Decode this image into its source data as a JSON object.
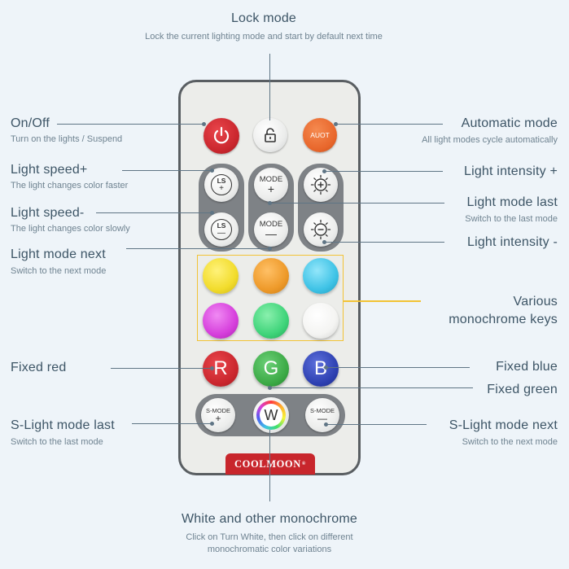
{
  "labels": {
    "lock_mode": {
      "title": "Lock mode",
      "sub": "Lock the current lighting mode and start by default next time"
    },
    "on_off": {
      "title": "On/Off",
      "sub": "Turn on the lights / Suspend"
    },
    "automatic_mode": {
      "title": "Automatic mode",
      "sub": "All light modes cycle automatically"
    },
    "light_speed_plus": {
      "title": "Light speed+",
      "sub": "The light changes color faster"
    },
    "light_intensity_plus": {
      "title": "Light intensity +"
    },
    "light_mode_last": {
      "title": "Light mode last",
      "sub": "Switch to the last mode"
    },
    "light_speed_minus": {
      "title": "Light speed-",
      "sub": "The light changes color slowly"
    },
    "light_intensity_minus": {
      "title": "Light intensity -"
    },
    "light_mode_next": {
      "title": "Light mode next",
      "sub": "Switch to the next mode"
    },
    "various_mono": {
      "line1": "Various",
      "line2": "monochrome keys"
    },
    "fixed_red": {
      "title": "Fixed red"
    },
    "fixed_blue": {
      "title": "Fixed blue"
    },
    "fixed_green": {
      "title": "Fixed green"
    },
    "s_light_last": {
      "title": "S-Light mode last",
      "sub": "Switch to the last mode"
    },
    "s_light_next": {
      "title": "S-Light mode next",
      "sub": "Switch to the next mode"
    },
    "white_mono": {
      "title": "White and other monochrome",
      "sub1": "Click on Turn White, then click on different",
      "sub2": "monochromatic color variations"
    }
  },
  "remote": {
    "auto_label": "AUOT",
    "mode_label": "MODE",
    "ls_label": "LS",
    "smode_label": "S-MODE",
    "plus": "+",
    "minus": "—",
    "r_label": "R",
    "g_label": "G",
    "b_label": "B",
    "w_label": "W",
    "brand": "COOLMOON",
    "brand_mark": "®"
  },
  "colors": {
    "red": "#c9262d",
    "green": "#3aa844",
    "blue": "#2c3fb0",
    "auto_orange": "#e8662b",
    "yellow": "#f2dc2c",
    "orange": "#ee9a2a",
    "cyan": "#3fc3e6",
    "magenta": "#d63fdc",
    "mint": "#3fd47a",
    "white": "#f4f4f2",
    "highlight_box": "#f2c335"
  },
  "icons": [
    "power-icon",
    "lock-icon",
    "brightness-up-icon",
    "brightness-down-icon"
  ]
}
